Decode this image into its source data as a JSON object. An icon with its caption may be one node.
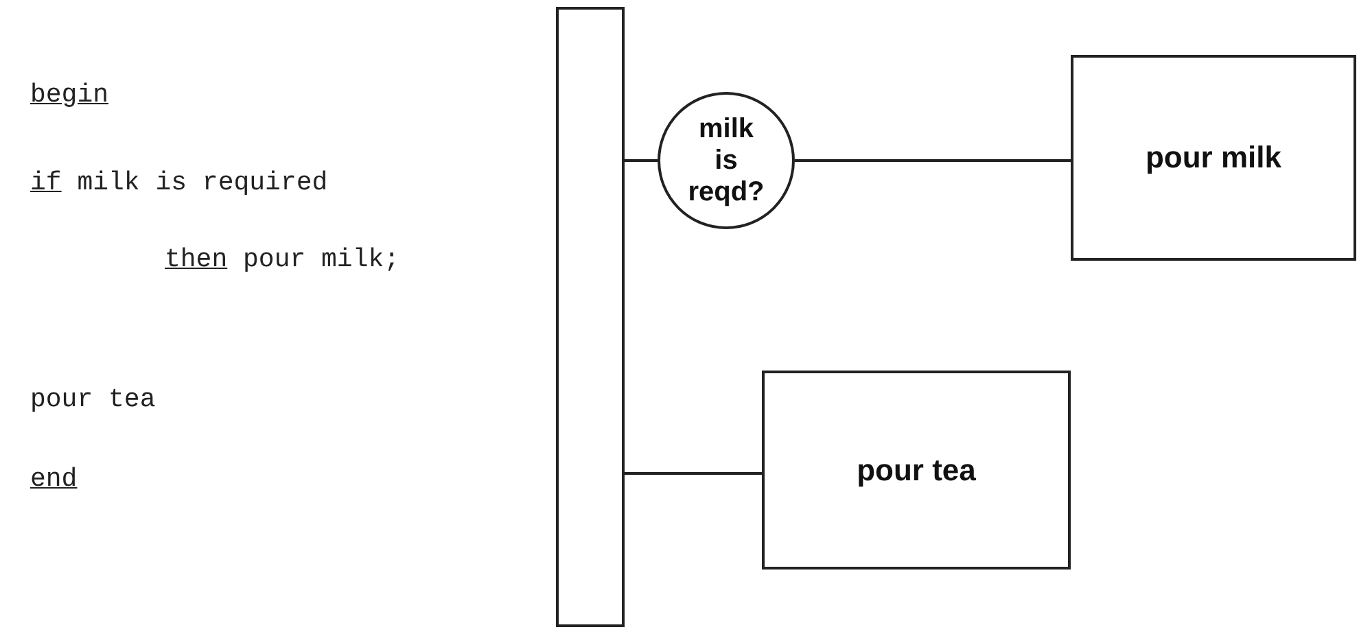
{
  "diagram": {
    "nodes": [
      {
        "text": [],
        "shape": "bar"
      },
      {
        "text": [
          "milk is reqd?"
        ]
      },
      {
        "text": [
          "pour milk"
        ]
      },
      {
        "text": [
          "pour tea"
        ]
      }
    ],
    "edges": [
      {
        "from": 0,
        "to": 1,
        "arrow": "none"
      },
      {
        "from": 1,
        "to": 2,
        "arrow": "none"
      },
      {
        "from": 0,
        "to": 3,
        "arrow": "none"
      }
    ],
    "labels": [
      "begin",
      "if milk is required",
      "then pour milk;",
      "pour tea",
      "end"
    ]
  }
}
